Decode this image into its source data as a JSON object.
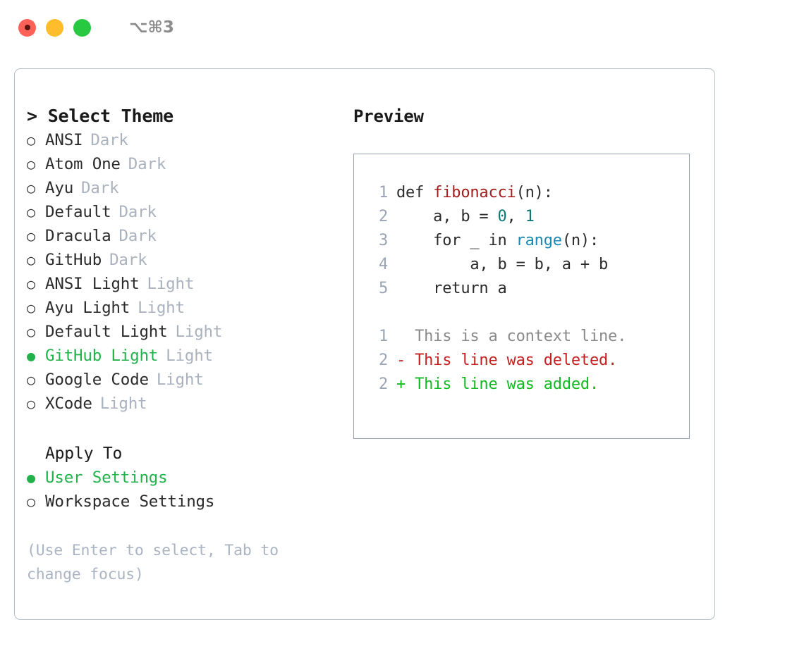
{
  "titlebar": {
    "shortcut": "⌥⌘3",
    "lights": [
      {
        "name": "close",
        "color": "#ff6159"
      },
      {
        "name": "minimize",
        "color": "#ffbd2e"
      },
      {
        "name": "maximize",
        "color": "#28c840"
      }
    ]
  },
  "theme_panel": {
    "heading": "> Select Theme",
    "items": [
      {
        "marker": "○",
        "name": "ANSI",
        "tag": "Dark",
        "selected": false
      },
      {
        "marker": "○",
        "name": "Atom One",
        "tag": "Dark",
        "selected": false
      },
      {
        "marker": "○",
        "name": "Ayu",
        "tag": "Dark",
        "selected": false
      },
      {
        "marker": "○",
        "name": "Default",
        "tag": "Dark",
        "selected": false
      },
      {
        "marker": "○",
        "name": "Dracula",
        "tag": "Dark",
        "selected": false
      },
      {
        "marker": "○",
        "name": "GitHub",
        "tag": "Dark",
        "selected": false
      },
      {
        "marker": "○",
        "name": "ANSI Light",
        "tag": "Light",
        "selected": false
      },
      {
        "marker": "○",
        "name": "Ayu Light",
        "tag": "Light",
        "selected": false
      },
      {
        "marker": "○",
        "name": "Default Light",
        "tag": "Light",
        "selected": false
      },
      {
        "marker": "●",
        "name": "GitHub Light",
        "tag": "Light",
        "selected": true
      },
      {
        "marker": "○",
        "name": "Google Code",
        "tag": "Light",
        "selected": false
      },
      {
        "marker": "○",
        "name": "XCode",
        "tag": "Light",
        "selected": false
      }
    ]
  },
  "apply_to": {
    "heading": "Apply To",
    "options": [
      {
        "marker": "●",
        "label": "User Settings",
        "selected": true
      },
      {
        "marker": "○",
        "label": "Workspace Settings",
        "selected": false
      }
    ]
  },
  "hint": "(Use Enter to select, Tab to change focus)",
  "preview": {
    "heading": "Preview",
    "code_lines": [
      {
        "n": "1",
        "tokens": [
          {
            "t": "def ",
            "c": "kw"
          },
          {
            "t": "fibonacci",
            "c": "fn"
          },
          {
            "t": "(n):",
            "c": "plain"
          }
        ]
      },
      {
        "n": "2",
        "tokens": [
          {
            "t": "    a, b = ",
            "c": "plain"
          },
          {
            "t": "0",
            "c": "num"
          },
          {
            "t": ", ",
            "c": "plain"
          },
          {
            "t": "1",
            "c": "num"
          }
        ]
      },
      {
        "n": "3",
        "tokens": [
          {
            "t": "    for _ in ",
            "c": "kw"
          },
          {
            "t": "range",
            "c": "call"
          },
          {
            "t": "(n):",
            "c": "plain"
          }
        ]
      },
      {
        "n": "4",
        "tokens": [
          {
            "t": "        a, b = b, a + b",
            "c": "plain"
          }
        ]
      },
      {
        "n": "5",
        "tokens": [
          {
            "t": "    return a",
            "c": "kw"
          }
        ]
      }
    ],
    "diff_lines": [
      {
        "n": "1",
        "sign": "  ",
        "text": "This is a context line.",
        "kind": "ctx"
      },
      {
        "n": "2",
        "sign": "- ",
        "text": "This line was deleted.",
        "kind": "del"
      },
      {
        "n": "2",
        "sign": "+ ",
        "text": "This line was added.",
        "kind": "add"
      }
    ]
  },
  "colors": {
    "accent_green": "#22b24c",
    "muted": "#aab2bd",
    "border": "#b4bdc9",
    "preview_border": "#97a3b4",
    "diff_add": "#14ba22",
    "diff_del": "#c42020"
  }
}
